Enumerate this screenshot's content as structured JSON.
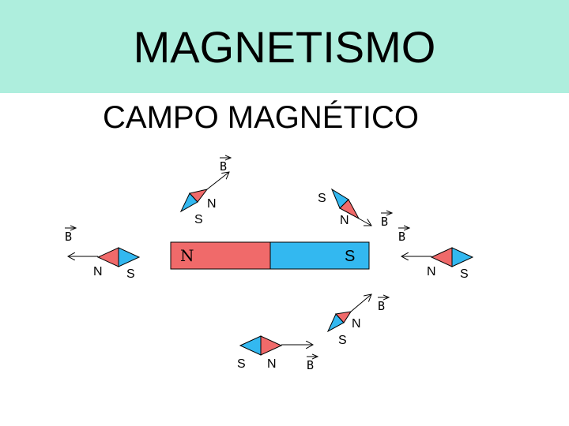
{
  "header": {
    "title": "MAGNETISMO"
  },
  "subtitle": "CAMPO MAGNÉTICO",
  "magnet": {
    "north_label": "N",
    "south_label": "S"
  },
  "labels": {
    "north": "N",
    "south": "S",
    "field": "B"
  },
  "colors": {
    "north": "#f06a6a",
    "south": "#33b8f0",
    "title_band": "#aeeedd"
  }
}
